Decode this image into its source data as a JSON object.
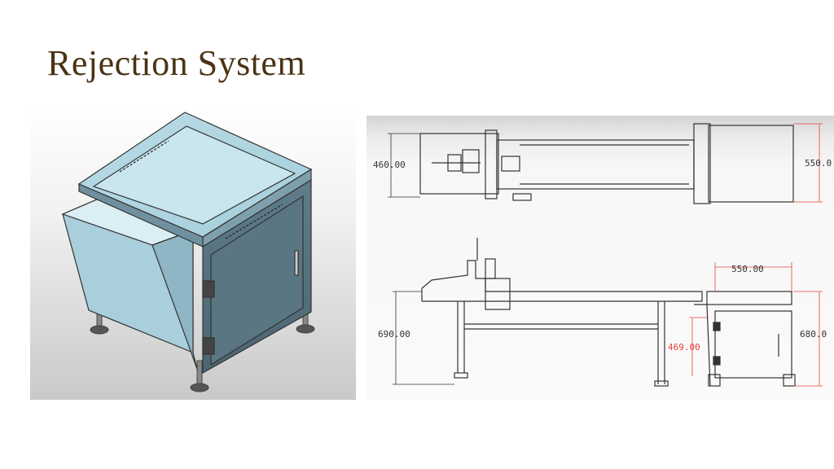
{
  "slide": {
    "title": "Rejection System"
  },
  "drawing": {
    "top_view": {
      "width_left": "460.00",
      "width_right": "550.0"
    },
    "side_view": {
      "conveyor_height": "690.00",
      "bin_width": "550.00",
      "bin_inner_height": "469.00",
      "bin_height": "680.0"
    }
  },
  "colors": {
    "title": "#4a3416",
    "bin_steel": "#9cc4d4",
    "dimension_red": "#e8433a",
    "line_dark": "#333333"
  }
}
